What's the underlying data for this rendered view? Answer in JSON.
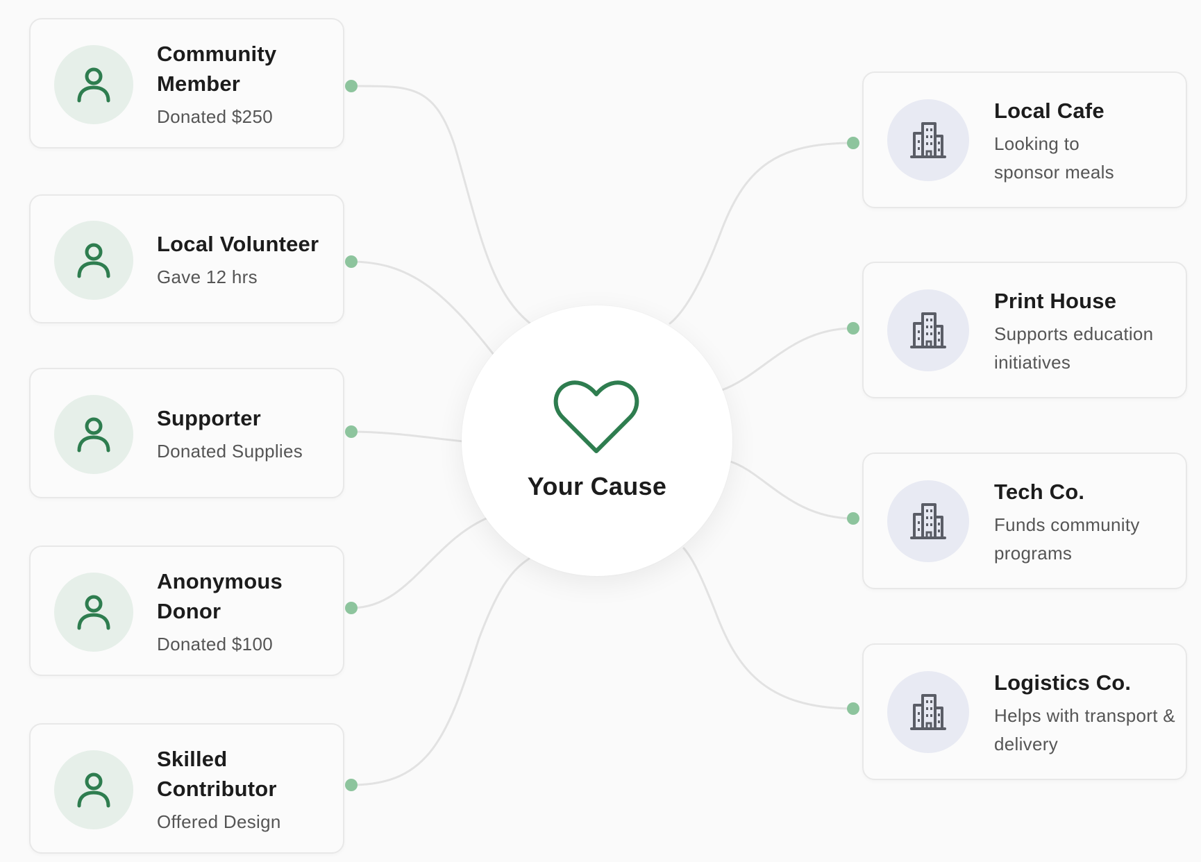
{
  "center": {
    "label": "Your Cause",
    "icon": "heart-icon",
    "color": "#2e7d4f"
  },
  "colors": {
    "person_icon": "#2e7d4f",
    "person_icon_bg": "#e6efe9",
    "org_icon": "#5a5d66",
    "org_icon_bg": "#e8eaf3",
    "connector": "#e2e2e2",
    "connector_dot": "#8dc49d"
  },
  "supporters": [
    {
      "title": "Community Member",
      "subtitle": "Donated $250",
      "icon": "person-icon"
    },
    {
      "title": "Local Volunteer",
      "subtitle": "Gave 12 hrs",
      "icon": "person-icon"
    },
    {
      "title": "Supporter",
      "subtitle": "Donated Supplies",
      "icon": "person-icon"
    },
    {
      "title": "Anonymous Donor",
      "subtitle": "Donated $100",
      "icon": "person-icon"
    },
    {
      "title": "Skilled Contributor",
      "subtitle": "Offered Design",
      "icon": "person-icon"
    }
  ],
  "businesses": [
    {
      "title": "Local Cafe",
      "subtitle": "Looking to sponsor meals",
      "icon": "building-icon"
    },
    {
      "title": "Print House",
      "subtitle": "Supports education initiatives",
      "icon": "building-icon"
    },
    {
      "title": "Tech Co.",
      "subtitle": "Funds community programs",
      "icon": "building-icon"
    },
    {
      "title": "Logistics Co.",
      "subtitle": "Helps with transport & delivery",
      "icon": "building-icon"
    }
  ]
}
